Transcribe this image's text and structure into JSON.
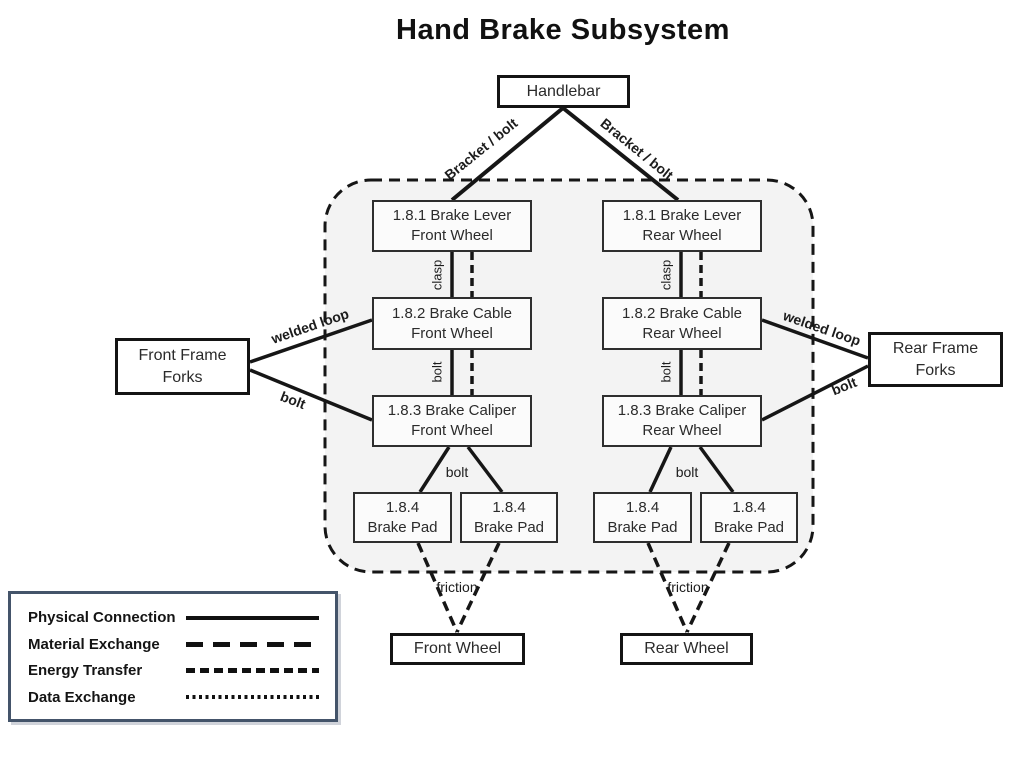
{
  "title": "Hand Brake Subsystem",
  "nodes": {
    "handlebar": {
      "label": "Handlebar"
    },
    "front_forks": {
      "line1": "Front Frame",
      "line2": "Forks"
    },
    "rear_forks": {
      "line1": "Rear Frame",
      "line2": "Forks"
    },
    "front_wheel": {
      "label": "Front Wheel"
    },
    "rear_wheel": {
      "label": "Rear Wheel"
    },
    "front_column": {
      "lever": {
        "line1": "1.8.1 Brake Lever",
        "line2": "Front Wheel"
      },
      "cable": {
        "line1": "1.8.2 Brake Cable",
        "line2": "Front Wheel"
      },
      "caliper": {
        "line1": "1.8.3 Brake Caliper",
        "line2": "Front Wheel"
      },
      "pad_left": {
        "line1": "1.8.4",
        "line2": "Brake Pad"
      },
      "pad_right": {
        "line1": "1.8.4",
        "line2": "Brake Pad"
      }
    },
    "rear_column": {
      "lever": {
        "line1": "1.8.1 Brake Lever",
        "line2": "Rear Wheel"
      },
      "cable": {
        "line1": "1.8.2 Brake Cable",
        "line2": "Rear Wheel"
      },
      "caliper": {
        "line1": "1.8.3 Brake Caliper",
        "line2": "Rear Wheel"
      },
      "pad_left": {
        "line1": "1.8.4",
        "line2": "Brake Pad"
      },
      "pad_right": {
        "line1": "1.8.4",
        "line2": "Brake Pad"
      }
    }
  },
  "edge_labels": {
    "bracket_bolt_left": "Bracket / bolt",
    "bracket_bolt_right": "Bracket / bolt",
    "clasp_front": "clasp",
    "bolt_front": "bolt",
    "clasp_rear": "clasp",
    "bolt_rear": "bolt",
    "welded_loop_front": "welded loop",
    "fork_bolt_front": "bolt",
    "welded_loop_rear": "welded loop",
    "fork_bolt_rear": "bolt",
    "pad_bolt_front": "bolt",
    "pad_bolt_rear": "bolt",
    "friction_front": "friction",
    "friction_rear": "friction"
  },
  "legend": {
    "items": [
      {
        "label": "Physical Connection",
        "style": "solid"
      },
      {
        "label": "Material Exchange",
        "style": "long-dash"
      },
      {
        "label": "Energy Transfer",
        "style": "dash"
      },
      {
        "label": "Data Exchange",
        "style": "dotted"
      }
    ]
  },
  "colors": {
    "line": "#161616",
    "container_fill": "#f3f3f3",
    "legend_border": "#44546a"
  }
}
